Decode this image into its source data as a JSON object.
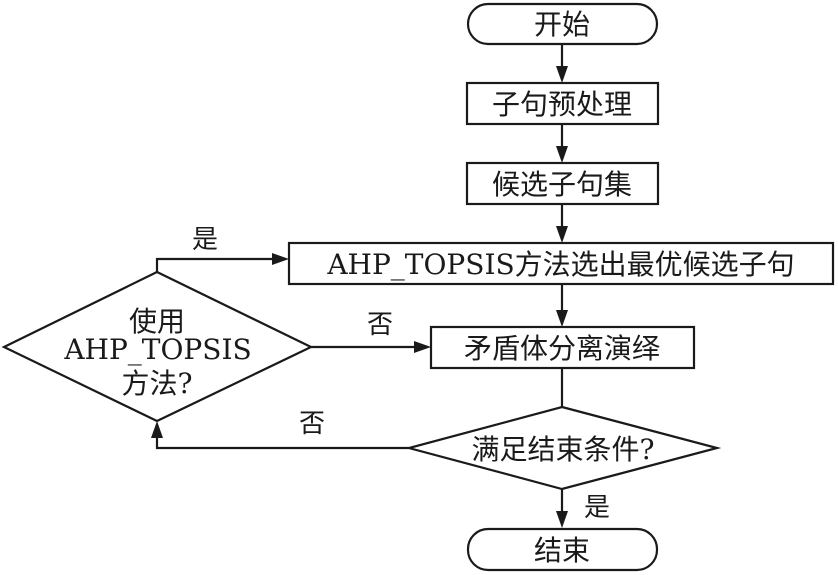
{
  "diagram": {
    "type": "flowchart",
    "nodes": {
      "start": {
        "label": "开始",
        "shape": "terminator"
      },
      "preprocess": {
        "label": "子句预处理",
        "shape": "process"
      },
      "candidates": {
        "label": "候选子句集",
        "shape": "process"
      },
      "ahp_select": {
        "label": "AHP_TOPSIS方法选出最优候选子句",
        "shape": "process"
      },
      "use_ahp": {
        "label_lines": [
          "使用",
          "AHP_TOPSIS",
          "方法?"
        ],
        "shape": "decision"
      },
      "deduction": {
        "label": "矛盾体分离演绎",
        "shape": "process"
      },
      "end_check": {
        "label": "满足结束条件?",
        "shape": "decision"
      },
      "end": {
        "label": "结束",
        "shape": "terminator"
      }
    },
    "edges": [
      {
        "from": "start",
        "to": "preprocess",
        "label": ""
      },
      {
        "from": "preprocess",
        "to": "candidates",
        "label": ""
      },
      {
        "from": "candidates",
        "to": "ahp_select",
        "label": ""
      },
      {
        "from": "use_ahp",
        "to": "ahp_select",
        "label": "是"
      },
      {
        "from": "ahp_select",
        "to": "deduction",
        "label": ""
      },
      {
        "from": "use_ahp",
        "to": "deduction",
        "label": "否"
      },
      {
        "from": "deduction",
        "to": "end_check",
        "label": ""
      },
      {
        "from": "end_check",
        "to": "use_ahp",
        "label": "否"
      },
      {
        "from": "end_check",
        "to": "end",
        "label": "是"
      }
    ],
    "edge_labels": {
      "yes_to_ahp": "是",
      "no_to_deduction": "否",
      "no_loop_back": "否",
      "yes_to_end": "是"
    },
    "line_color": "#1a1a1a"
  }
}
